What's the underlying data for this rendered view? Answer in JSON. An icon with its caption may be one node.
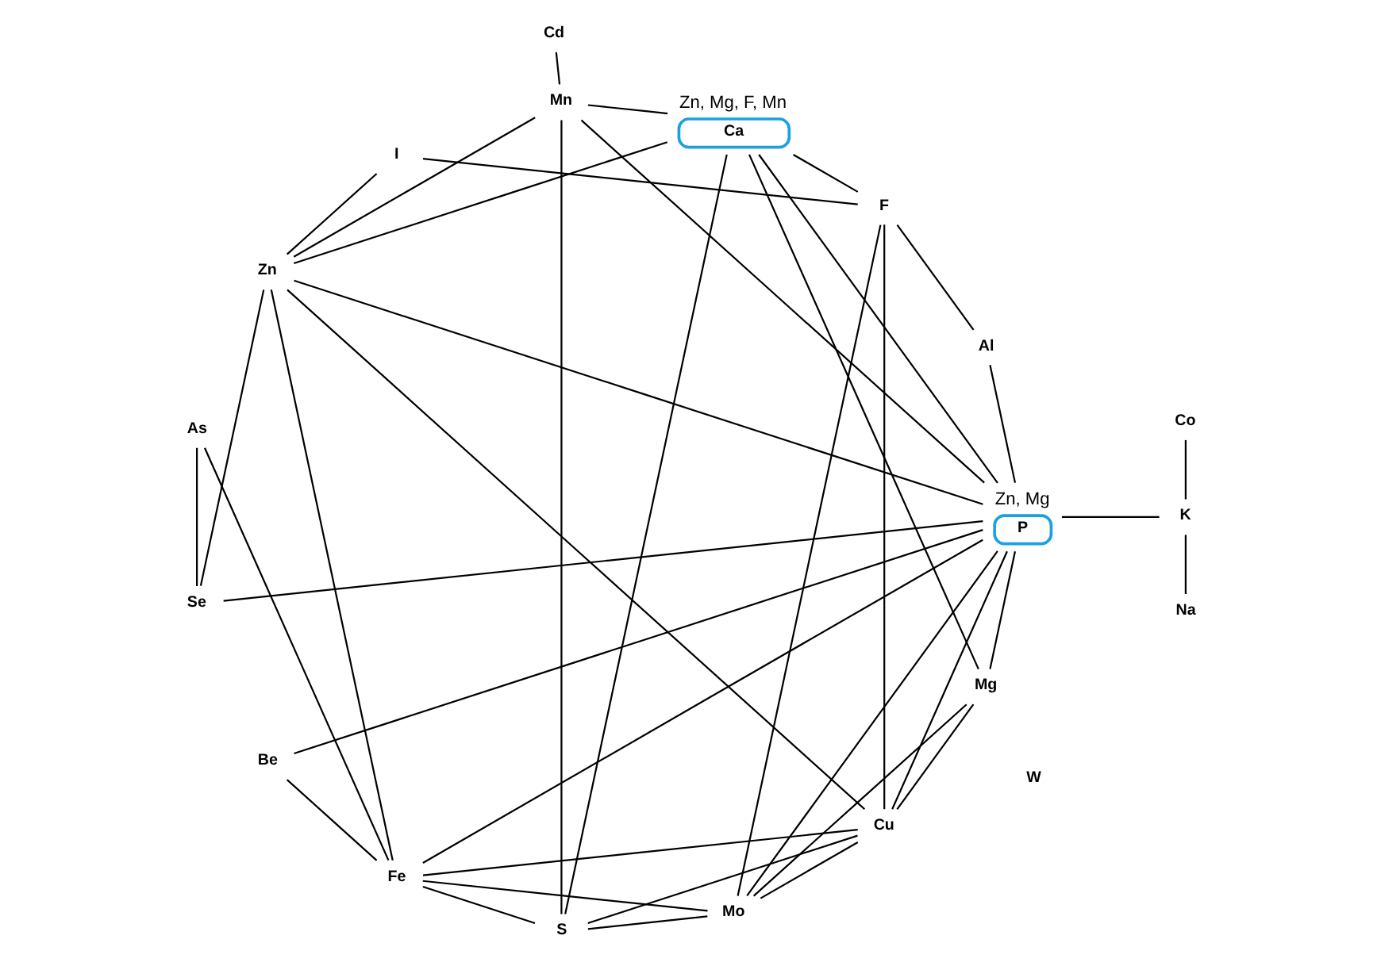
{
  "diagram": {
    "nodes": [
      {
        "text": [
          "P"
        ],
        "beside": [
          "Zn, Mg"
        ]
      },
      {
        "text": [
          "Co"
        ]
      },
      {
        "text": [
          "W"
        ]
      },
      {
        "text": [
          "Fe"
        ]
      },
      {
        "text": [
          "Se"
        ]
      },
      {
        "text": [
          "Na"
        ]
      },
      {
        "text": [
          "Ca"
        ],
        "beside": [
          "Zn, Mg, F, Mn"
        ]
      },
      {
        "text": [
          "Cd"
        ]
      },
      {
        "text": [
          "Be"
        ]
      },
      {
        "text": [
          "Al"
        ]
      },
      {
        "text": [
          "Cu"
        ]
      },
      {
        "text": [
          "Mn"
        ]
      },
      {
        "text": [
          "K"
        ]
      },
      {
        "text": [
          "Mo"
        ]
      },
      {
        "text": [
          "I"
        ]
      },
      {
        "text": [
          "Mg"
        ]
      },
      {
        "text": [
          "Zn"
        ]
      },
      {
        "text": [
          "As"
        ]
      },
      {
        "text": [
          "F"
        ]
      },
      {
        "text": [
          "S"
        ]
      }
    ],
    "edges": [
      {
        "from": 0,
        "to": 16,
        "arrow": "none"
      },
      {
        "from": 0,
        "to": 15,
        "arrow": "none"
      },
      {
        "from": 0,
        "to": 13,
        "arrow": "none"
      },
      {
        "from": 0,
        "to": 12,
        "arrow": "none"
      },
      {
        "from": 0,
        "to": 11,
        "arrow": "none"
      },
      {
        "from": 0,
        "to": 10,
        "arrow": "none"
      },
      {
        "from": 0,
        "to": 9,
        "arrow": "none"
      },
      {
        "from": 0,
        "to": 8,
        "arrow": "none"
      },
      {
        "from": 0,
        "to": 6,
        "arrow": "none"
      },
      {
        "from": 0,
        "to": 4,
        "arrow": "none"
      },
      {
        "from": 0,
        "to": 3,
        "arrow": "none"
      },
      {
        "from": 19,
        "to": 3,
        "arrow": "none"
      },
      {
        "from": 19,
        "to": 6,
        "arrow": "none"
      },
      {
        "from": 19,
        "to": 10,
        "arrow": "none"
      },
      {
        "from": 19,
        "to": 11,
        "arrow": "none"
      },
      {
        "from": 19,
        "to": 13,
        "arrow": "none"
      },
      {
        "from": 1,
        "to": 12,
        "arrow": "none"
      },
      {
        "from": 18,
        "to": 14,
        "arrow": "none"
      },
      {
        "from": 18,
        "to": 13,
        "arrow": "none"
      },
      {
        "from": 18,
        "to": 10,
        "arrow": "none"
      },
      {
        "from": 18,
        "to": 6,
        "arrow": "none"
      },
      {
        "from": 18,
        "to": 9,
        "arrow": "none"
      },
      {
        "from": 17,
        "to": 4,
        "arrow": "none"
      },
      {
        "from": 17,
        "to": 3,
        "arrow": "none"
      },
      {
        "from": 16,
        "to": 3,
        "arrow": "none"
      },
      {
        "from": 16,
        "to": 4,
        "arrow": "none"
      },
      {
        "from": 16,
        "to": 6,
        "arrow": "none"
      },
      {
        "from": 16,
        "to": 10,
        "arrow": "none"
      },
      {
        "from": 16,
        "to": 14,
        "arrow": "none"
      },
      {
        "from": 16,
        "to": 11,
        "arrow": "none"
      },
      {
        "from": 15,
        "to": 6,
        "arrow": "none"
      },
      {
        "from": 15,
        "to": 10,
        "arrow": "none"
      },
      {
        "from": 15,
        "to": 13,
        "arrow": "none"
      },
      {
        "from": 13,
        "to": 3,
        "arrow": "none"
      },
      {
        "from": 13,
        "to": 10,
        "arrow": "none"
      },
      {
        "from": 12,
        "to": 5,
        "arrow": "none"
      },
      {
        "from": 11,
        "to": 6,
        "arrow": "none"
      },
      {
        "from": 11,
        "to": 7,
        "arrow": "none"
      },
      {
        "from": 10,
        "to": 3,
        "arrow": "none"
      },
      {
        "from": 8,
        "to": 3,
        "arrow": "none"
      }
    ]
  }
}
